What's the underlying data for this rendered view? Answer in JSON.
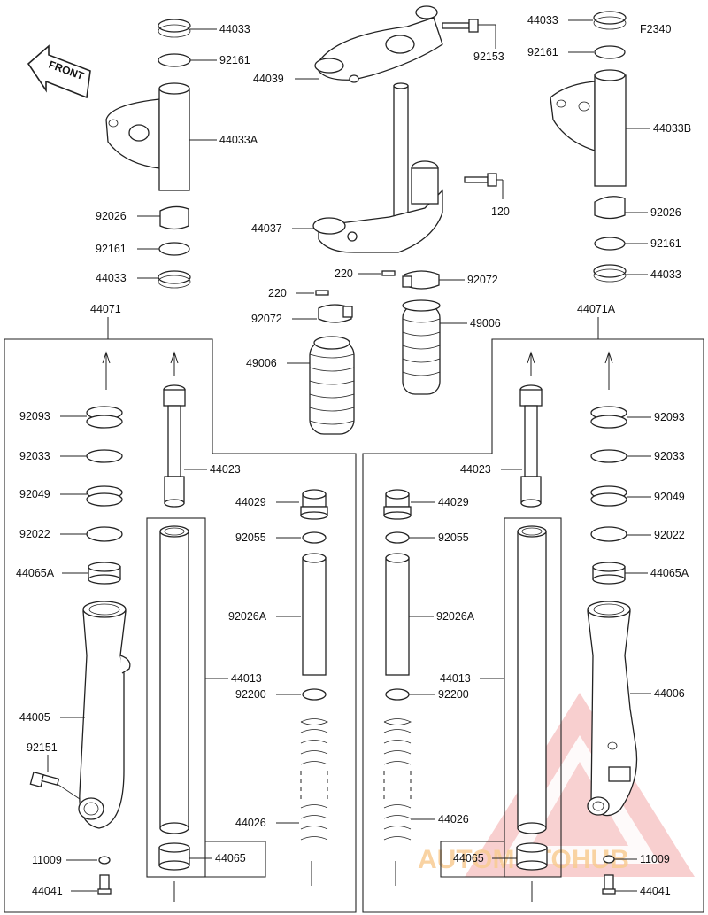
{
  "diagram": {
    "code": "F2340",
    "front_label": "FRONT",
    "watermark": "AUTOMOTOHUB",
    "parts": {
      "p44033_tl": "44033",
      "p92161_tl": "92161",
      "p44033A": "44033A",
      "p92026_l": "92026",
      "p92161_l": "92161",
      "p44033_l": "44033",
      "p44039": "44039",
      "p92153": "92153",
      "p44037": "44037",
      "p120": "120",
      "p220_r": "220",
      "p92072_r": "92072",
      "p220_l": "220",
      "p92072_l": "92072",
      "p49006_r": "49006",
      "p49006_l": "49006",
      "p44033_tr": "44033",
      "p92161_tr": "92161",
      "p44033B": "44033B",
      "p92026_r": "92026",
      "p92161_r": "92161",
      "p44033_r": "44033",
      "p44071": "44071",
      "p44071A": "44071A",
      "p92093_l": "92093",
      "p92033_l": "92033",
      "p92049_l": "92049",
      "p92022_l": "92022",
      "p44065A_l": "44065A",
      "p44005": "44005",
      "p92151": "92151",
      "p11009_l": "11009",
      "p44041_l": "44041",
      "p44023_l": "44023",
      "p44029_l": "44029",
      "p92055_l": "92055",
      "p92026A_l": "92026A",
      "p44013_l": "44013",
      "p92200_l": "92200",
      "p44026_l": "44026",
      "p44065_l": "44065",
      "p44023_r": "44023",
      "p44029_r": "44029",
      "p92055_r": "92055",
      "p92026A_r": "92026A",
      "p44013_r": "44013",
      "p92200_r": "92200",
      "p44026_r": "44026",
      "p44065_r": "44065",
      "p92093_r": "92093",
      "p92033_r": "92033",
      "p92049_r": "92049",
      "p92022_r": "92022",
      "p44065A_r": "44065A",
      "p44006": "44006",
      "p11009_r": "11009",
      "p44041_r": "44041"
    }
  }
}
